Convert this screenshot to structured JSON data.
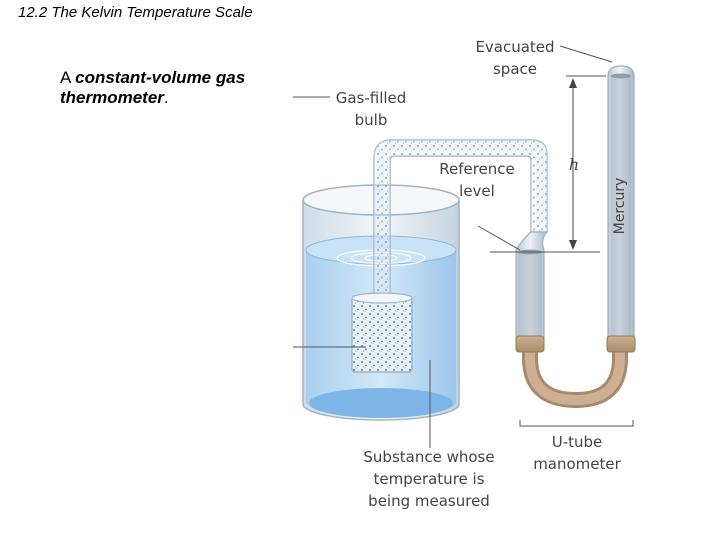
{
  "header": {
    "title": "12.2 The Kelvin Temperature Scale"
  },
  "caption": {
    "prefix": "A ",
    "emphasis": "constant-volume gas thermometer",
    "suffix": "."
  },
  "diagram": {
    "labels": {
      "evacuated_line1": "Evacuated",
      "evacuated_line2": "space",
      "gas_line1": "Gas-filled",
      "gas_line2": "bulb",
      "reference_line1": "Reference",
      "reference_line2": "level",
      "height": "h",
      "mercury": "Mercury",
      "utube_line1": "U-tube",
      "utube_line2": "manometer",
      "substance_line1": "Substance whose",
      "substance_line2": "temperature is",
      "substance_line3": "being measured"
    },
    "colors": {
      "water": "#b9d9f2",
      "water_deep": "#8fc0ea",
      "glass": "#dfe9f1",
      "glass_edge": "#9fb4c4",
      "hose": "#b99a7c",
      "mercury": "#a9b6c2"
    }
  }
}
